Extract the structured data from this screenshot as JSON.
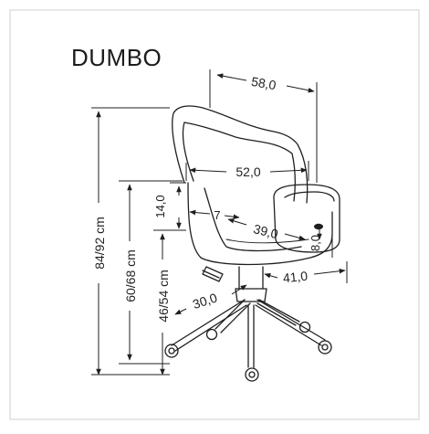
{
  "product": {
    "name": "DUMBO"
  },
  "dimensions": {
    "overall_width": "58,0",
    "seat_width": "52,0",
    "backrest_height": "14,0",
    "seat_depth": "39,0",
    "armrest_height": "8,0",
    "depth_total": "41,0",
    "base_radius": "30,0",
    "small_offset": "7",
    "total_height": "84/92 cm",
    "armrest_floor_height": "60/68 cm",
    "seat_floor_height": "46/54 cm"
  },
  "colors": {
    "line": "#1f1f1f",
    "frame": "#cfcfcf",
    "background": "#ffffff"
  }
}
